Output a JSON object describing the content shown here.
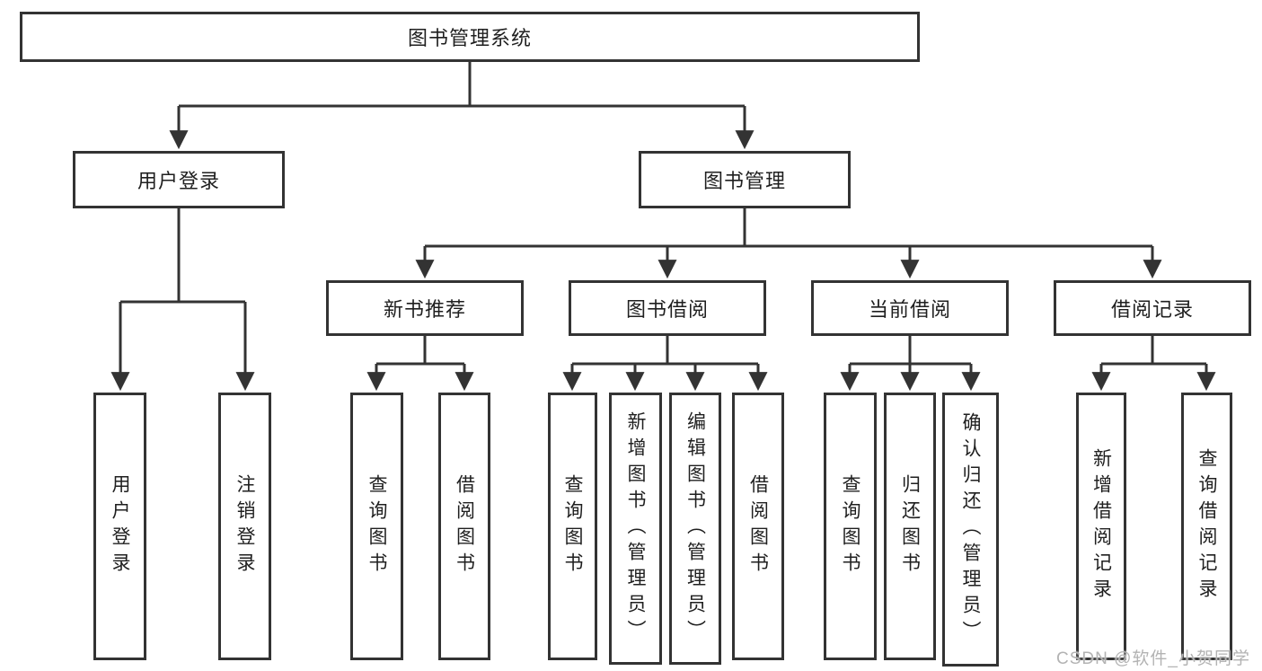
{
  "title": {
    "root": "图书管理系统"
  },
  "level1": {
    "user_login": "用户登录",
    "book_management": "图书管理"
  },
  "level2": {
    "new_book_recommend": "新书推荐",
    "book_borrow": "图书借阅",
    "current_borrow": "当前借阅",
    "borrow_record": "借阅记录"
  },
  "leaves": {
    "user_login": "用户登录",
    "logout": "注销登录",
    "rec_query_books": "查询图书",
    "rec_borrow_books": "借阅图书",
    "bor_query_books": "查询图书",
    "bor_add_books": "新增图书（管理员）",
    "bor_edit_books": "编辑图书（管理员）",
    "bor_borrow_books": "借阅图书",
    "cur_query_books": "查询图书",
    "cur_return_books": "归还图书",
    "cur_confirm_return": "确认归还（管理员）",
    "rec2_add_record": "新增借阅记录",
    "rec2_query_record": "查询借阅记录"
  },
  "watermark": "CSDN @软件_小贺同学",
  "colors": {
    "line": "#333333",
    "text": "#1f1f1f",
    "watermark": "#b3b3b3",
    "background": "#ffffff"
  }
}
